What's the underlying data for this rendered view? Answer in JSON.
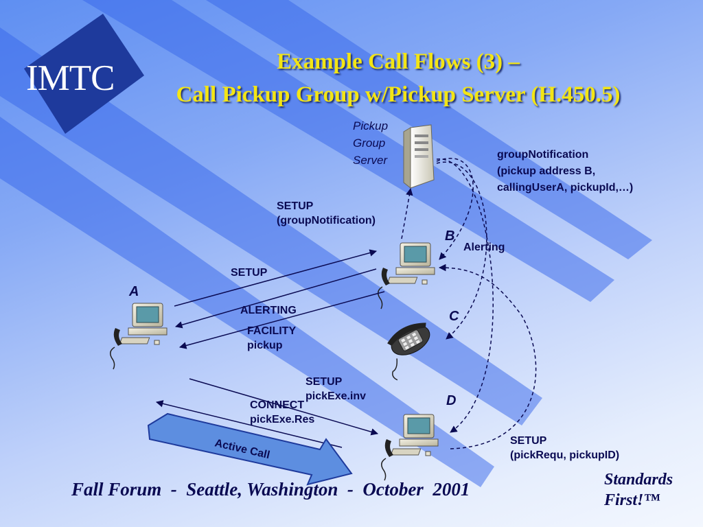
{
  "slide": {
    "logo": "IMTC",
    "title_line1": "Example Call Flows (3) –",
    "title_line2": "Call Pickup Group w/Pickup Server (H.450.5)",
    "footer": "Fall Forum  -  Seattle, Washington  -  October  2001",
    "standards_line1": "Standards",
    "standards_line2": "First!™"
  },
  "nodes": {
    "a": "A",
    "b": "B",
    "c": "C",
    "d": "D",
    "server": [
      "Pickup",
      "Group",
      "Server"
    ]
  },
  "messages": {
    "group_notification": [
      "groupNotification",
      "(pickup address B,",
      "callingUserA, pickupId,…)"
    ],
    "setup_group": [
      "SETUP",
      "(groupNotification)"
    ],
    "alerting_b": "Alerting",
    "setup": "SETUP",
    "alerting": "ALERTING",
    "facility": [
      "FACILITY",
      "pickup"
    ],
    "setup_pickexe": [
      "SETUP",
      "pickExe.inv"
    ],
    "connect": [
      "CONNECT",
      "pickExe.Res"
    ],
    "setup_pickrequ": [
      "SETUP",
      "(pickRequ, pickupID)"
    ],
    "active_call": "Active Call"
  },
  "colors": {
    "title": "#f3e515",
    "text": "#0a0a52",
    "arrow": "#0a0a52",
    "stripe": "#3565ea",
    "logo": "#1e3a9c",
    "active_call_fill": "#5d8ee0"
  },
  "icons": {
    "terminal": "pc-with-phone-icon",
    "phone": "telephone-icon",
    "server": "server-tower-icon"
  }
}
